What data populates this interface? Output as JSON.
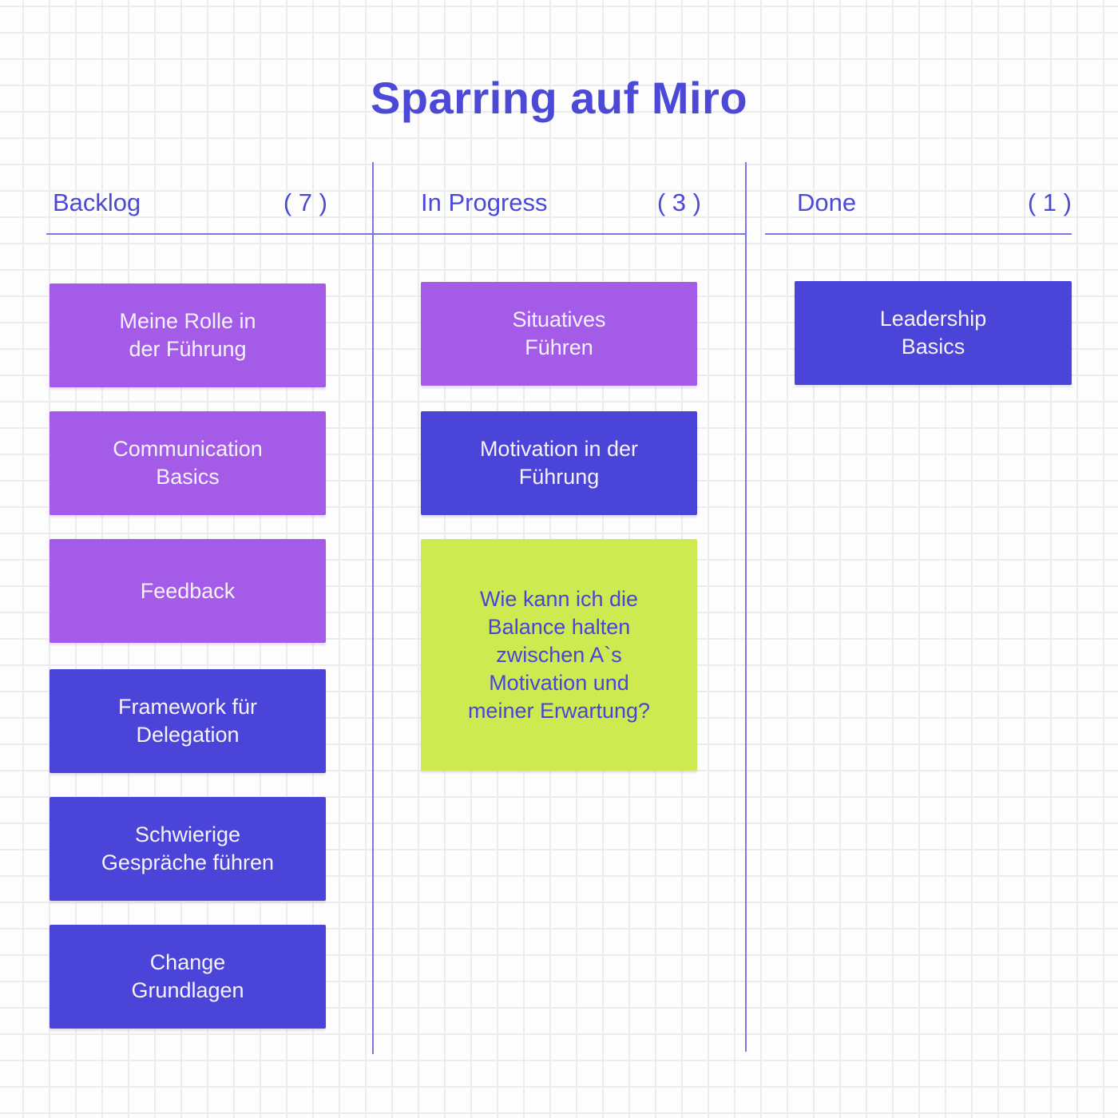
{
  "board": {
    "title": "Sparring auf Miro",
    "columns": [
      {
        "id": "backlog",
        "label": "Backlog",
        "count": "( 7 )",
        "cards": [
          {
            "text": "Meine Rolle in\nder Führung",
            "color": "purple"
          },
          {
            "text": "Communication\nBasics",
            "color": "purple"
          },
          {
            "text": "Feedback",
            "color": "purple"
          },
          {
            "text": "Framework für\nDelegation",
            "color": "blue"
          },
          {
            "text": "Schwierige\nGespräche führen",
            "color": "blue"
          },
          {
            "text": "Change\nGrundlagen",
            "color": "blue"
          }
        ]
      },
      {
        "id": "in-progress",
        "label": "In Progress",
        "count": "( 3 )",
        "cards": [
          {
            "text": "Situatives\nFühren",
            "color": "purple"
          },
          {
            "text": "Motivation in der\nFührung",
            "color": "blue"
          },
          {
            "text": "Wie kann ich die\nBalance halten\nzwischen A`s\nMotivation und\nmeiner Erwartung?",
            "color": "green"
          }
        ]
      },
      {
        "id": "done",
        "label": "Done",
        "count": "( 1 )",
        "cards": [
          {
            "text": "Leadership\nBasics",
            "color": "blue"
          }
        ]
      }
    ]
  },
  "colors": {
    "accent_blue": "#4c49d6",
    "card_blue": "#4a45d8",
    "card_purple": "#a45ce8",
    "card_green": "#cdea51",
    "card_text_light": "#f6f2fb",
    "card_text_blue": "#4a45d8",
    "grid_line": "#ececec",
    "background": "#fdfdfd",
    "divider": "#7b77e2"
  }
}
